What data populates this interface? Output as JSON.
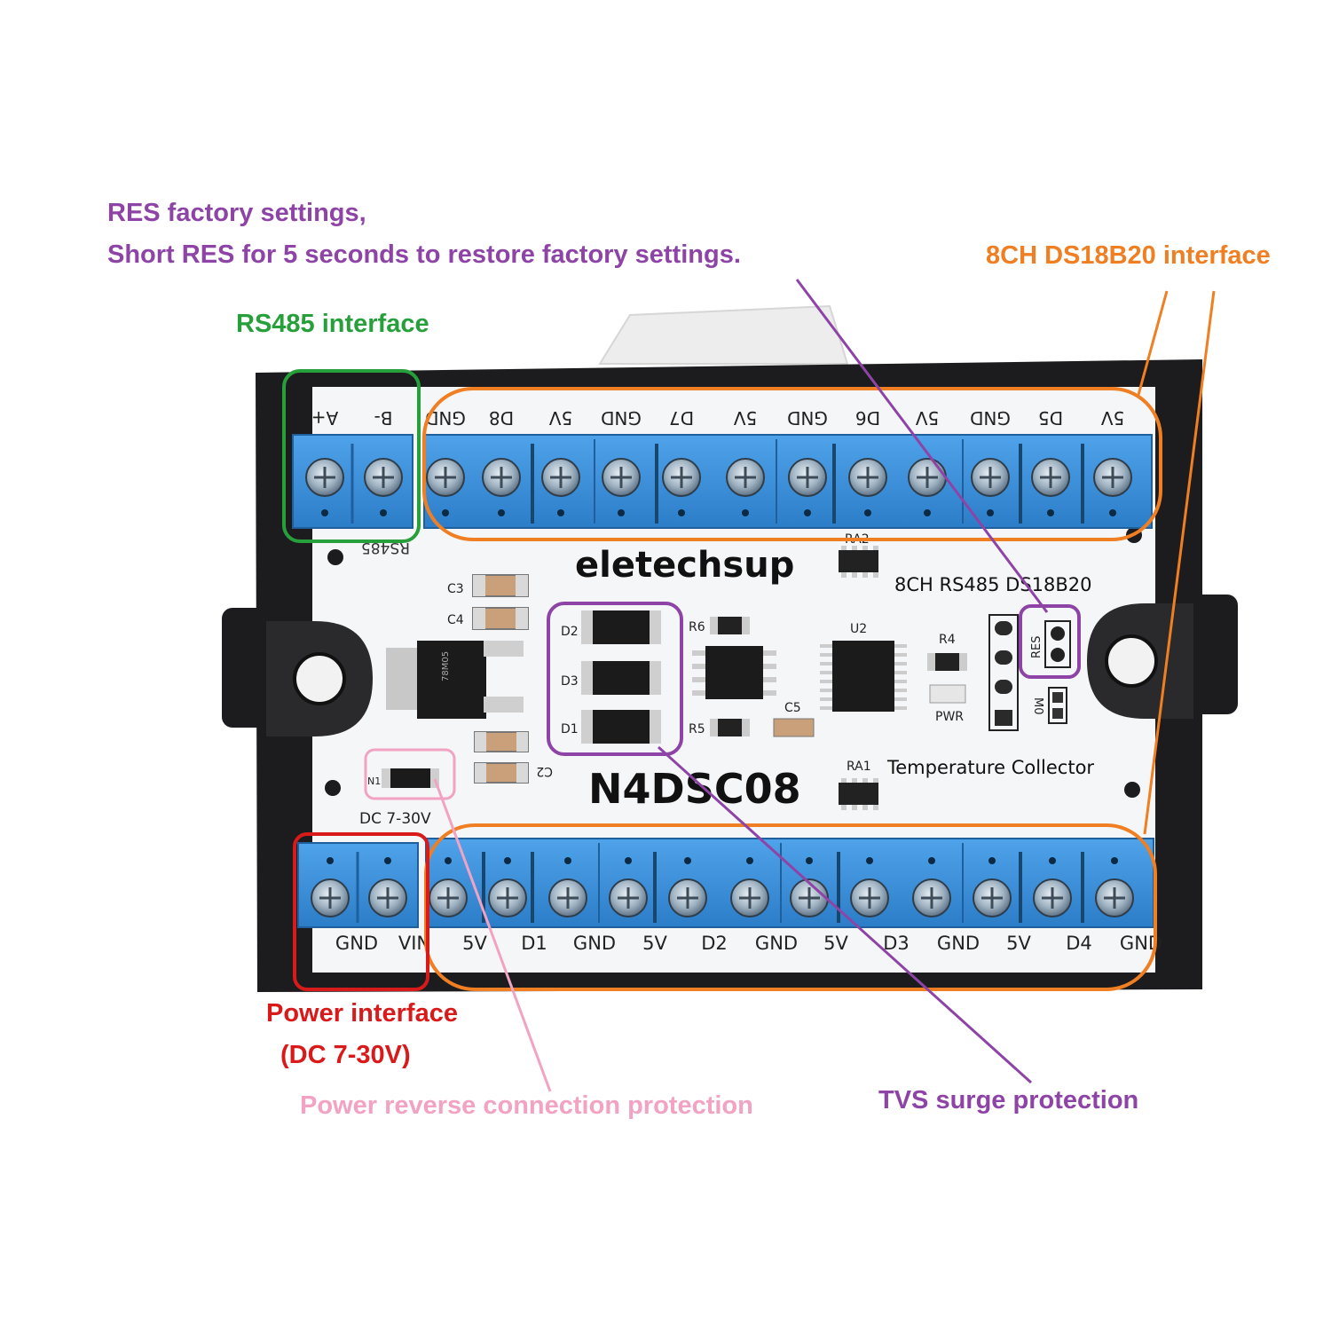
{
  "annotations": {
    "res_line1": "RES factory settings,",
    "res_line2": "Short RES for 5 seconds to restore factory settings.",
    "ds18b20": "8CH DS18B20 interface",
    "rs485": "RS485 interface",
    "power_line1": "Power interface",
    "power_line2": "(DC 7-30V)",
    "reverse": "Power reverse connection protection",
    "tvs": "TVS surge protection"
  },
  "colors": {
    "purple": "#8e44a6",
    "orange": "#ef7f22",
    "green": "#27a03c",
    "red": "#d91a1a",
    "pink": "#f2a2c2",
    "terminal_blue": "#3a8fd9",
    "enclosure": "#1c1c1e"
  },
  "board": {
    "brand": "eletechsup",
    "subtitle": "8CH RS485 DS18B20",
    "model": "N4DSC08",
    "description": "Temperature Collector",
    "power_spec": "DC 7-30V",
    "rs485_silk": "RS485",
    "pwr": "PWR",
    "res": "RES",
    "m0": "M0",
    "u2": "U2",
    "regulator": "78M05"
  },
  "top_pins": [
    "A+",
    "B-",
    "GND",
    "D8",
    "5V",
    "GND",
    "D7",
    "5V",
    "GND",
    "D6",
    "5V",
    "GND",
    "D5",
    "5V"
  ],
  "bottom_pins": [
    "GND",
    "VIN",
    "5V",
    "D1",
    "GND",
    "5V",
    "D2",
    "GND",
    "5V",
    "D3",
    "GND",
    "5V",
    "D4",
    "GND"
  ],
  "components": {
    "d1": "D1",
    "d2": "D2",
    "d3": "D3",
    "c2": "C2",
    "c3": "C3",
    "c4": "C4",
    "c5": "C5",
    "r4": "R4",
    "r5": "R5",
    "r6": "R6",
    "ra1": "RA1",
    "ra2": "RA2",
    "n1": "N1"
  }
}
